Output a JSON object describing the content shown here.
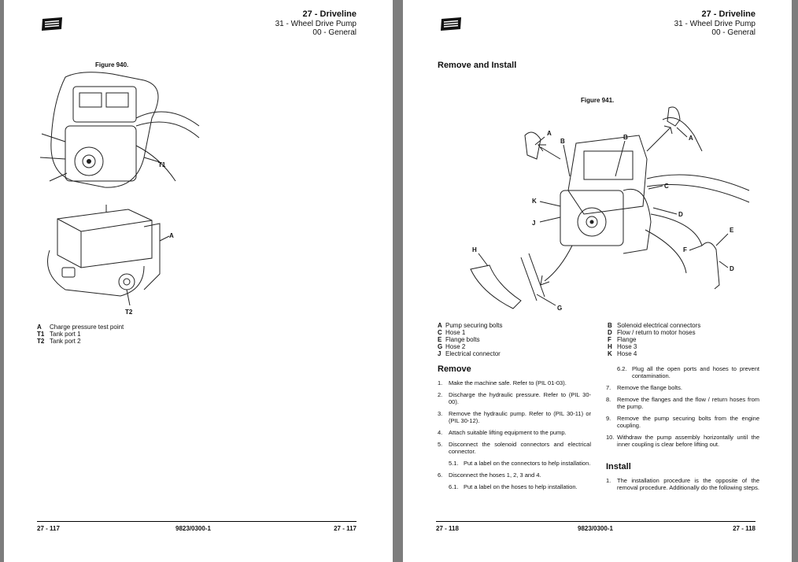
{
  "left_page": {
    "header": {
      "chapter": "27 - Driveline",
      "section": "31 - Wheel Drive Pump",
      "subsection": "00 - General"
    },
    "figure_caption": "Figure 940.",
    "fig_labels": {
      "t1": "T1",
      "a": "A",
      "t2": "T2"
    },
    "legend": [
      {
        "key": "A",
        "text": "Charge pressure test point"
      },
      {
        "key": "T1",
        "text": "Tank port 1"
      },
      {
        "key": "T2",
        "text": "Tank port 2"
      }
    ],
    "footer": {
      "left": "27 - 117",
      "center": "9823/0300-1",
      "right": "27 - 117"
    }
  },
  "right_page": {
    "header": {
      "chapter": "27 - Driveline",
      "section": "31 - Wheel Drive Pump",
      "subsection": "00 - General"
    },
    "title": "Remove and Install",
    "figure_caption": "Figure 941.",
    "fig_labels": {
      "a1": "A",
      "a2": "A",
      "b1": "B",
      "b2": "B",
      "c": "C",
      "d1": "D",
      "d2": "D",
      "e": "E",
      "f": "F",
      "g": "G",
      "h": "H",
      "j": "J",
      "k": "K"
    },
    "legend_left": [
      {
        "key": "A",
        "text": "Pump securing bolts"
      },
      {
        "key": "C",
        "text": "Hose 1"
      },
      {
        "key": "E",
        "text": "Flange bolts"
      },
      {
        "key": "G",
        "text": "Hose 2"
      },
      {
        "key": "J",
        "text": "Electrical connector"
      }
    ],
    "legend_right": [
      {
        "key": "B",
        "text": "Solenoid electrical connectors"
      },
      {
        "key": "D",
        "text": "Flow / return to motor hoses"
      },
      {
        "key": "F",
        "text": "Flange"
      },
      {
        "key": "H",
        "text": "Hose 3"
      },
      {
        "key": "K",
        "text": "Hose 4"
      }
    ],
    "remove_heading": "Remove",
    "remove_steps": [
      {
        "n": "1.",
        "text": "Make the machine safe. Refer to (PIL 01-03)."
      },
      {
        "n": "2.",
        "text": "Discharge the hydraulic pressure. Refer to (PIL 30-00)."
      },
      {
        "n": "3.",
        "text": "Remove the hydraulic pump. Refer to (PIL 30-11) or (PIL 30-12)."
      },
      {
        "n": "4.",
        "text": "Attach suitable lifting equipment to the pump."
      },
      {
        "n": "5.",
        "text": "Disconnect the solenoid connectors and electrical connector."
      },
      {
        "n": "5.1.",
        "text": "Put a label on the connectors to help installation."
      },
      {
        "n": "6.",
        "text": "Disconnect the hoses 1, 2, 3 and 4."
      },
      {
        "n": "6.1.",
        "text": "Put a label on the hoses to help installation."
      }
    ],
    "remove_steps_cont": [
      {
        "n": "6.2.",
        "text": "Plug all the open ports and hoses to prevent contamination."
      },
      {
        "n": "7.",
        "text": "Remove the flange bolts."
      },
      {
        "n": "8.",
        "text": "Remove the flanges and the flow / return hoses from the pump."
      },
      {
        "n": "9.",
        "text": "Remove the pump securing bolts from the engine coupling."
      },
      {
        "n": "10.",
        "text": "Withdraw the pump assembly horizontally until the inner coupling is clear before lifting out."
      }
    ],
    "install_heading": "Install",
    "install_steps": [
      {
        "n": "1.",
        "text": "The installation procedure is the opposite of the removal procedure. Additionally do the following steps."
      }
    ],
    "footer": {
      "left": "27 - 118",
      "center": "9823/0300-1",
      "right": "27 - 118"
    }
  },
  "colors": {
    "page": "#ffffff",
    "background": "#7d7d7d",
    "text": "#111111"
  }
}
